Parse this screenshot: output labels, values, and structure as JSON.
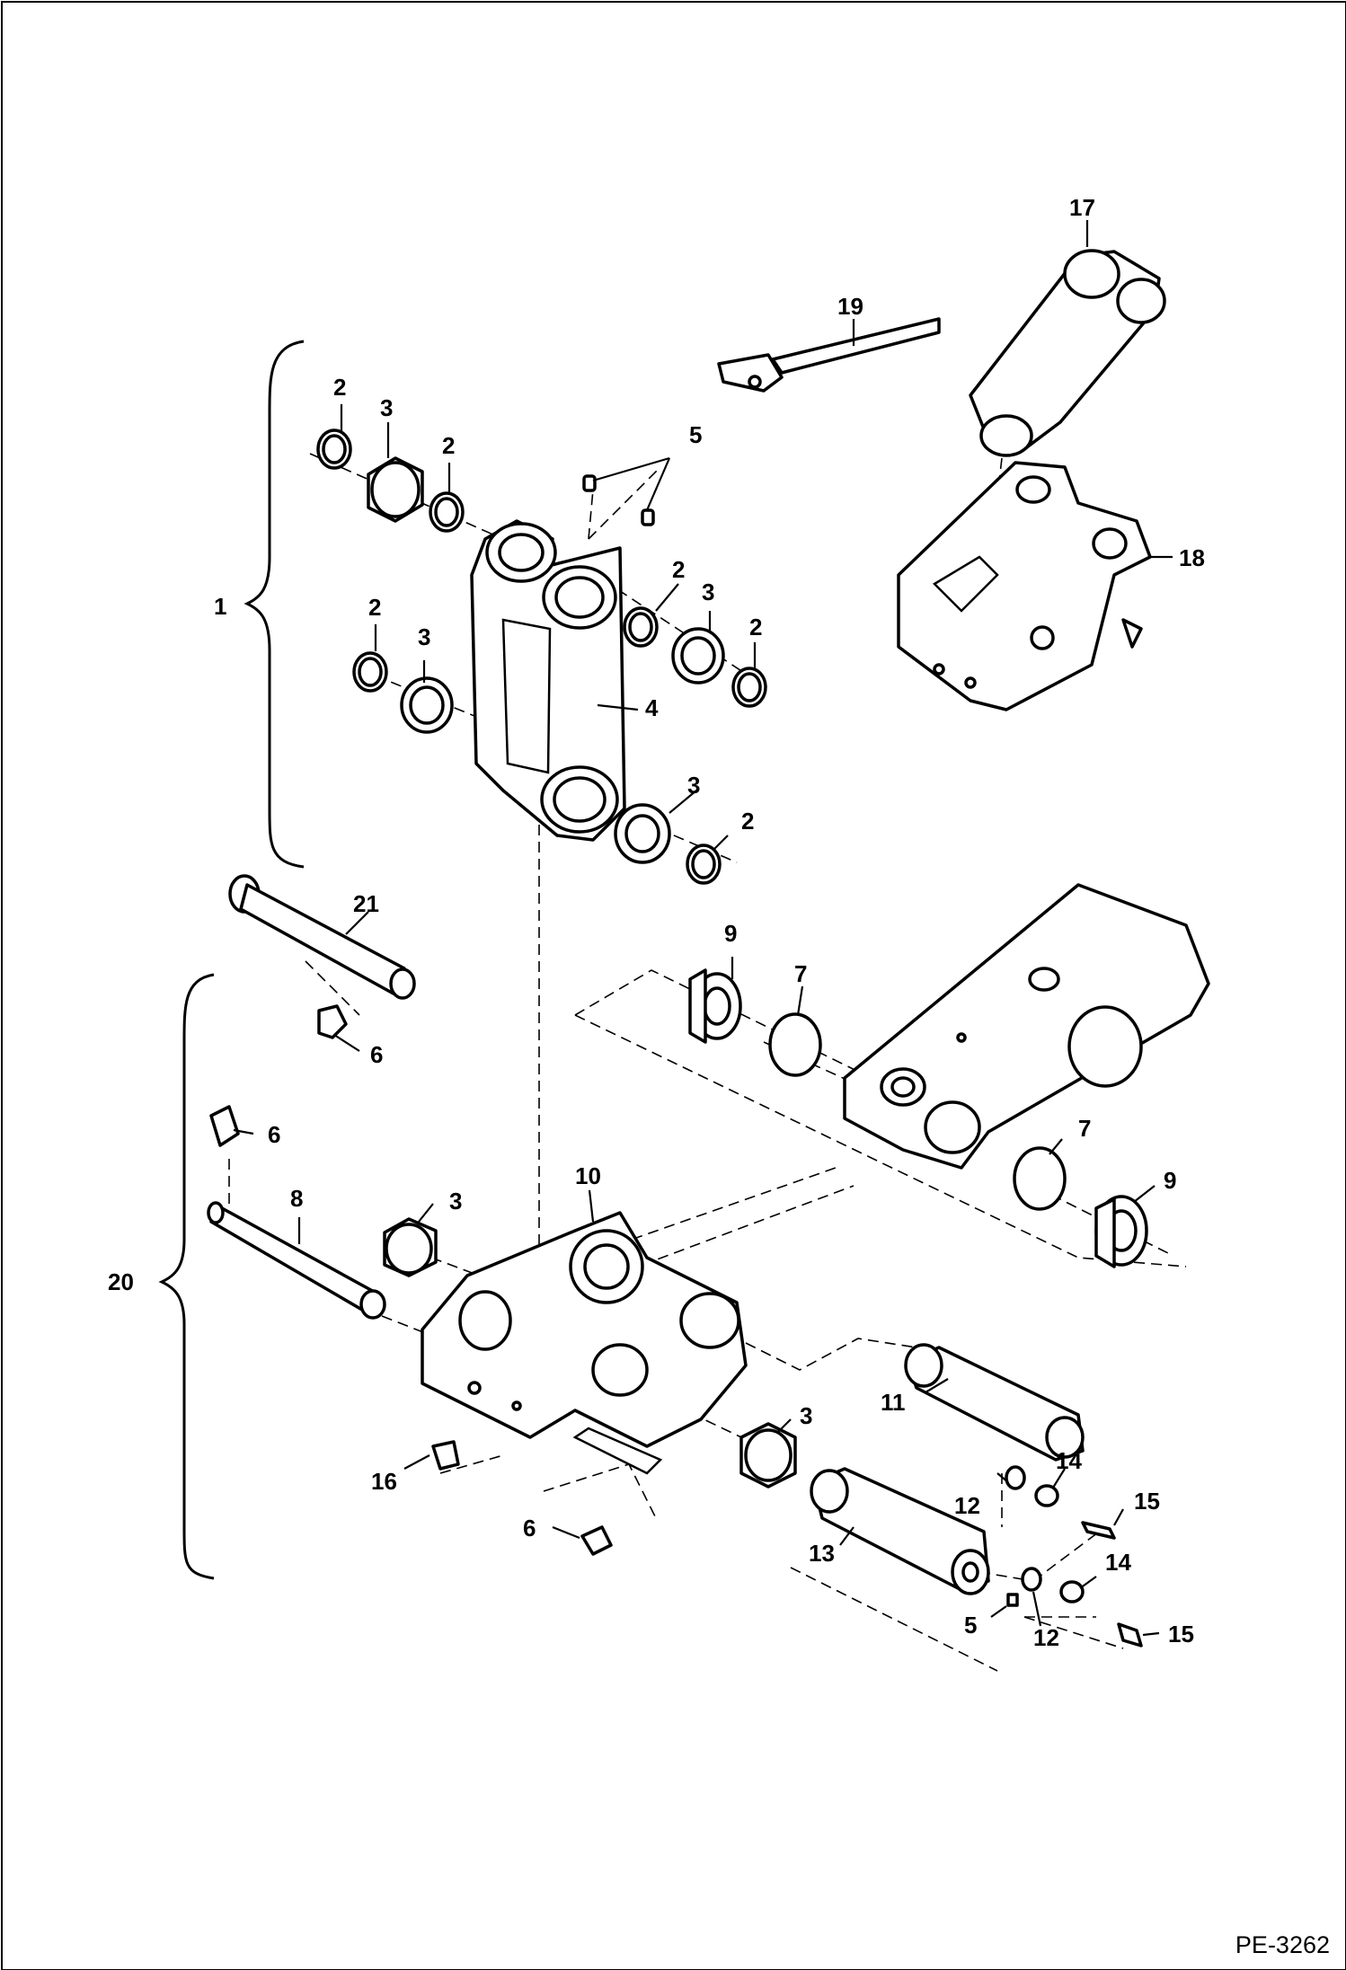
{
  "document_code": "PE-3262",
  "callouts": [
    {
      "id": "c1",
      "text": "1"
    },
    {
      "id": "c2a",
      "text": "2"
    },
    {
      "id": "c3a",
      "text": "3"
    },
    {
      "id": "c2b",
      "text": "2"
    },
    {
      "id": "c5a",
      "text": "5"
    },
    {
      "id": "c2c",
      "text": "2"
    },
    {
      "id": "c3b",
      "text": "3"
    },
    {
      "id": "c2d",
      "text": "2"
    },
    {
      "id": "c3c",
      "text": "3"
    },
    {
      "id": "c2e",
      "text": "2"
    },
    {
      "id": "c4",
      "text": "4"
    },
    {
      "id": "c3d",
      "text": "3"
    },
    {
      "id": "c2f",
      "text": "2"
    },
    {
      "id": "c17",
      "text": "17"
    },
    {
      "id": "c19",
      "text": "19"
    },
    {
      "id": "c18",
      "text": "18"
    },
    {
      "id": "c21",
      "text": "21"
    },
    {
      "id": "c6a",
      "text": "6"
    },
    {
      "id": "c9a",
      "text": "9"
    },
    {
      "id": "c7a",
      "text": "7"
    },
    {
      "id": "c7b",
      "text": "7"
    },
    {
      "id": "c9b",
      "text": "9"
    },
    {
      "id": "c20",
      "text": "20"
    },
    {
      "id": "c6b",
      "text": "6"
    },
    {
      "id": "c8",
      "text": "8"
    },
    {
      "id": "c3e",
      "text": "3"
    },
    {
      "id": "c10",
      "text": "10"
    },
    {
      "id": "c11",
      "text": "11"
    },
    {
      "id": "c3f",
      "text": "3"
    },
    {
      "id": "c14a",
      "text": "14"
    },
    {
      "id": "c12a",
      "text": "12"
    },
    {
      "id": "c15a",
      "text": "15"
    },
    {
      "id": "c16",
      "text": "16"
    },
    {
      "id": "c6c",
      "text": "6"
    },
    {
      "id": "c13",
      "text": "13"
    },
    {
      "id": "c14b",
      "text": "14"
    },
    {
      "id": "c5b",
      "text": "5"
    },
    {
      "id": "c12b",
      "text": "12"
    },
    {
      "id": "c15b",
      "text": "15"
    }
  ]
}
